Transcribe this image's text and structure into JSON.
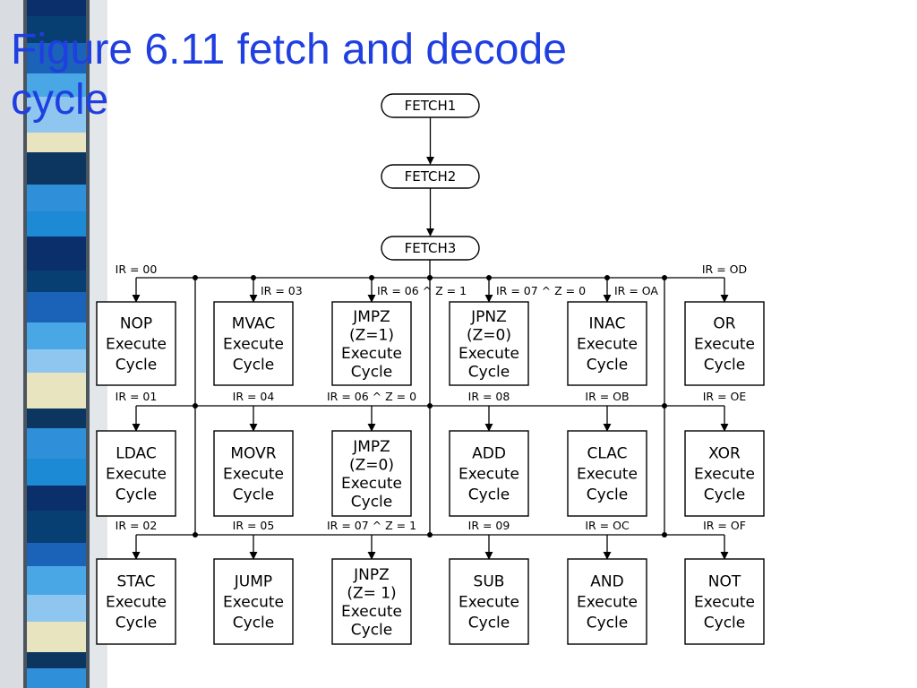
{
  "slide": {
    "title": "Figure 6.11 fetch and decode cycle"
  },
  "colors": {
    "title": "#1f3fe0",
    "stripe": [
      "#0a2f6a",
      "#2f8fd8",
      "#e8e4c0",
      "#4aa7e6",
      "#083f73",
      "#1d8ad6",
      "#0c355f",
      "#8ec6ef",
      "#1a63b8"
    ]
  },
  "fetch_states": [
    "FETCH1",
    "FETCH2",
    "FETCH3"
  ],
  "execute_states": [
    {
      "lines": [
        "NOP",
        "Execute",
        "Cycle"
      ],
      "condition": "IR = 00"
    },
    {
      "lines": [
        "MVAC",
        "Execute",
        "Cycle"
      ],
      "condition": "IR = 03"
    },
    {
      "lines": [
        "JMPZ",
        "(Z=1)",
        "Execute",
        "Cycle"
      ],
      "condition": "IR = 06 ^ Z = 1"
    },
    {
      "lines": [
        "JPNZ",
        "(Z=0)",
        "Execute",
        "Cycle"
      ],
      "condition": "IR = 07 ^ Z = 0"
    },
    {
      "lines": [
        "INAC",
        "Execute",
        "Cycle"
      ],
      "condition": "IR = OA"
    },
    {
      "lines": [
        "OR",
        "Execute",
        "Cycle"
      ],
      "condition": "IR = OD"
    },
    {
      "lines": [
        "LDAC",
        "Execute",
        "Cycle"
      ],
      "condition": "IR = 01"
    },
    {
      "lines": [
        "MOVR",
        "Execute",
        "Cycle"
      ],
      "condition": "IR = 04"
    },
    {
      "lines": [
        "JMPZ",
        "(Z=0)",
        "Execute",
        "Cycle"
      ],
      "condition": "IR = 06 ^ Z = 0"
    },
    {
      "lines": [
        "ADD",
        "Execute",
        "Cycle"
      ],
      "condition": "IR = 08"
    },
    {
      "lines": [
        "CLAC",
        "Execute",
        "Cycle"
      ],
      "condition": "IR = OB"
    },
    {
      "lines": [
        "XOR",
        "Execute",
        "Cycle"
      ],
      "condition": "IR = OE"
    },
    {
      "lines": [
        "STAC",
        "Execute",
        "Cycle"
      ],
      "condition": "IR = 02"
    },
    {
      "lines": [
        "JUMP",
        "Execute",
        "Cycle"
      ],
      "condition": "IR = 05"
    },
    {
      "lines": [
        "JNPZ",
        "(Z= 1)",
        "Execute",
        "Cycle"
      ],
      "condition": "IR = 07 ^ Z = 1"
    },
    {
      "lines": [
        "SUB",
        "Execute",
        "Cycle"
      ],
      "condition": "IR = 09"
    },
    {
      "lines": [
        "AND",
        "Execute",
        "Cycle"
      ],
      "condition": "IR = OC"
    },
    {
      "lines": [
        "NOT",
        "Execute",
        "Cycle"
      ],
      "condition": "IR = OF"
    }
  ]
}
